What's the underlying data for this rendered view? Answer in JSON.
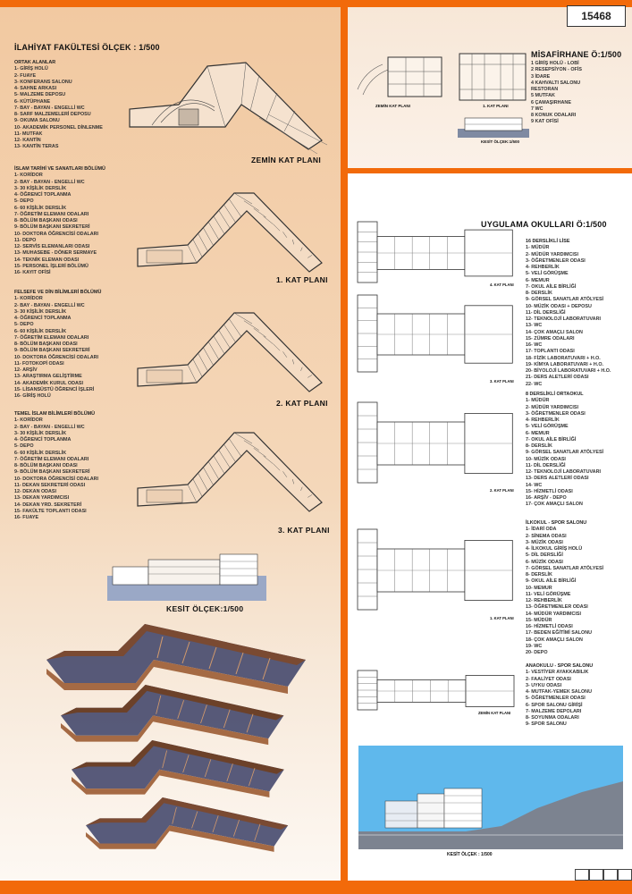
{
  "sheet_number": "15468",
  "left": {
    "title": "İLAHİYAT FAKÜLTESİ  ÖLÇEK : 1/500",
    "groups": [
      {
        "heading": "ORTAK ALANLAR",
        "items": [
          "1- GİRİŞ HOLÜ",
          "2- FUAYE",
          "3- KONFERANS SALONU",
          "4- SAHNE ARKASI",
          "5- MALZEME DEPOSU",
          "6- KÜTÜPHANE",
          "7- BAY - BAYAN - ENGELLİ WC",
          "8- SARF MALZEMELERİ DEPOSU",
          "9- OKUMA SALONU",
          "10- AKADEMİK PERSONEL DİNLENME",
          "11- MUTFAK",
          "12- KANTİN",
          "13- KANTİN TERAS"
        ]
      },
      {
        "heading": "İSLAM TARİHİ VE SANATLARI BÖLÜMÜ",
        "items": [
          "1- KORİDOR",
          "2- BAY - BAYAN - ENGELLİ WC",
          "3- 30 KİŞİLİK DERSLİK",
          "4- ÖĞRENCİ TOPLANMA",
          "5- DEPO",
          "6- 60 KİŞİLİK DERSLİK",
          "7- ÖĞRETİM ELEMANI ODALARI",
          "8- BÖLÜM BAŞKANI ODASI",
          "9- BÖLÜM BAŞKANI SEKRETERİ",
          "10- DOKTORA ÖĞRENCİSİ ODALARI",
          "11- DEPO",
          "12- SERVİS ELEMANLARI ODASI",
          "13- MUHASEBE - DÖNER SERMAYE",
          "14- TEKNİK ELEMAN ODASI",
          "15- PERSONEL İŞLERİ BÖLÜMÜ",
          "16- KAYIT OFİSİ"
        ]
      },
      {
        "heading": "FELSEFE VE DİN BİLİMLERİ BÖLÜMÜ",
        "items": [
          "1- KORİDOR",
          "2- BAY - BAYAN - ENGELLİ WC",
          "3- 30 KİŞİLİK DERSLİK",
          "4- ÖĞRENCİ TOPLANMA",
          "5- DEPO",
          "6- 60 KİŞİLİK DERSLİK",
          "7- ÖĞRETİM ELEMANI ODALARI",
          "8- BÖLÜM BAŞKANI ODASI",
          "9- BÖLÜM BAŞKANI SEKRETERİ",
          "10- DOKTORA ÖĞRENCİSİ ODALARI",
          "11- FOTOKOPİ ODASI",
          "12- ARŞİV",
          "13- ARAŞTIRMA GELİŞTİRME",
          "14- AKADEMİK KURUL ODASI",
          "15- LİSANSÜSTÜ ÖĞRENCİ İŞLERİ",
          "16- GİRİŞ HOLÜ"
        ]
      },
      {
        "heading": "TEMEL İSLAM BİLİMLERİ BÖLÜMÜ",
        "items": [
          "1- KORİDOR",
          "2- BAY - BAYAN - ENGELLİ WC",
          "3- 30 KİŞİLİK DERSLİK",
          "4- ÖĞRENCİ TOPLANMA",
          "5- DEPO",
          "6- 60 KİŞİLİK DERSLİK",
          "7- ÖĞRETİM ELEMANI ODALARI",
          "8- BÖLÜM BAŞKANI ODASI",
          "9- BÖLÜM BAŞKANI SEKRETERİ",
          "10- DOKTORA ÖĞRENCİSİ ODALARI",
          "11- DEKAN SEKRETERİ ODASI",
          "12- DEKAN ODASI",
          "13- DEKAN YARDIMCISI",
          "14- DEKAN YRD. SEKRETERİ",
          "15- FAKÜLTE TOPLANTI ODASI",
          "16- FUAYE"
        ]
      }
    ],
    "plan_labels": [
      "ZEMİN KAT PLANI",
      "1. KAT PLANI",
      "2. KAT PLANI",
      "3. KAT PLANI"
    ],
    "section_label": "KESİT ÖLÇEK:1/500"
  },
  "guest": {
    "title": "MİSAFİRHANE Ö:1/500",
    "items": [
      "1 GİRİŞ HOLÜ - LOBİ",
      "2 RESEPSİYON - OFİS",
      "3 İDARE",
      "4 KAHVALTI SALONU",
      "   RESTORAN",
      "5 MUTFAK",
      "6 ÇAMAŞIRHANE",
      "7 WC",
      "8 KONUK ODALARI",
      "9 KAT OFİSİ"
    ],
    "ground_label": "ZEMİN KAT PLANI",
    "first_label": "1. KAT PLANI",
    "section_label": "KESİT ÖLÇEK:1/500"
  },
  "schools": {
    "title": "UYGULAMA OKULLARI Ö:1/500",
    "lise": {
      "heading": "16 DERSLİKLİ LİSE",
      "items": [
        "1- MÜDÜR",
        "2- MÜDÜR YARDIMCISI",
        "3- ÖĞRETMENLER ODASI",
        "4- REHBERLİK",
        "5- VELİ GÖRÜŞME",
        "6- MEMUR",
        "7- OKUL AİLE BİRLİĞİ",
        "8- DERSLİK",
        "9- GÖRSEL SANATLAR ATÖLYESİ",
        "10- MÜZİK ODASI + DEPOSU",
        "11- DİL DERSLİĞİ",
        "12- TEKNOLOJİ LABORATUVARI",
        "13- WC",
        "14- ÇOK AMAÇLI SALON",
        "15- ZÜMRE ODALARI",
        "16- WC",
        "17- TOPLANTI ODASI",
        "18- FİZİK LABORATUVARI + H.O.",
        "19- KİMYA LABORATUVARI + H.O.",
        "20- BİYOLOJİ LABORATUVARI + H.O.",
        "21- DERS ALETLERİ ODASI",
        "22- WC"
      ]
    },
    "ortaokul": {
      "heading": "8 DERSLİKLİ ORTAOKUL",
      "items": [
        "1- MÜDÜR",
        "2- MÜDÜR YARDIMCISI",
        "3- ÖĞRETMENLER ODASI",
        "4- REHBERLİK",
        "5- VELİ GÖRÜŞME",
        "6- MEMUR",
        "7- OKUL AİLE BİRLİĞİ",
        "8- DERSLİK",
        "9- GÖRSEL SANATLAR ATÖLYESİ",
        "10- MÜZİK ODASI",
        "11- DİL DERSLİĞİ",
        "12- TEKNOLOJİ LABORATUVARI",
        "13- DERS ALETLERİ ODASI",
        "14- WC",
        "15- HİZMETLİ ODASI",
        "16- ARŞİV - DEPO",
        "17- ÇOK AMAÇLI SALON"
      ]
    },
    "ilkokul": {
      "heading": "İLKOKUL - SPOR SALONU",
      "items": [
        "1- İDARİ ODA",
        "2- SİNEMA ODASI",
        "3- MÜZİK ODASI",
        "4- İLKOKUL GİRİŞ HOLÜ",
        "5- DİL DERSLİĞİ",
        "6- MÜZİK ODASI",
        "7- GÖRSEL SANATLAR ATÖLYESİ",
        "8- DERSLİK",
        "9- OKUL AİLE BİRLİĞİ",
        "10- MEMUR",
        "11- VELİ GÖRÜŞME",
        "12- REHBERLİK",
        "13- ÖĞRETMENLER ODASI",
        "14- MÜDÜR YARDIMCISI",
        "15- MÜDÜR",
        "16- HİZMETLİ ODASI",
        "17- BEDEN EĞİTİMİ SALONU",
        "18- ÇOK AMAÇLI SALON",
        "19- WC",
        "20- DEPO"
      ]
    },
    "anaokulu": {
      "heading": "ANAOKULU - SPOR SALONU",
      "items": [
        "1- VESTİYER AYAKKABILIK",
        "2- FAALİYET ODASI",
        "3- UYKU ODASI",
        "4- MUTFAK-YEMEK SALONU",
        "5- ÖĞRETMENLER ODASI",
        "6- SPOR SALONU GİRİŞİ",
        "7- MALZEME DEPOLARI",
        "8- SOYUNMA ODALARI",
        "9- SPOR SALONU"
      ]
    },
    "plan_labels": [
      "4. KAT PLANI",
      "3. KAT PLANI",
      "2. KAT PLANI",
      "1. KAT PLANI",
      "ZEMİN KAT PLANI"
    ],
    "section_label": "KESİT ÖLÇEK : 1/500"
  },
  "colors": {
    "accent": "#f26a0a",
    "panel": "#f2c9a1",
    "sky": "#5fb8ec"
  }
}
